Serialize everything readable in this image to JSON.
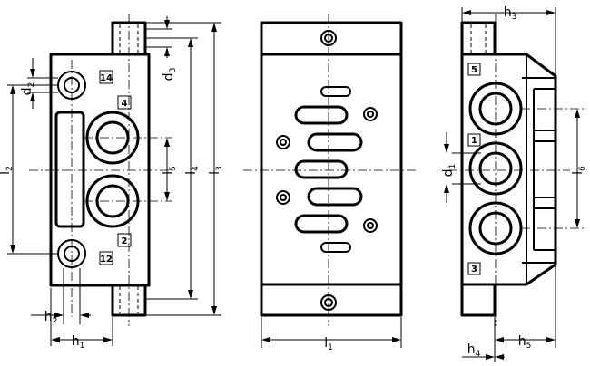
{
  "dimensions": {
    "l1": {
      "main": "l",
      "sub": "1"
    },
    "l2": {
      "main": "l",
      "sub": "2"
    },
    "l3": {
      "main": "l",
      "sub": "3"
    },
    "l4": {
      "main": "l",
      "sub": "4"
    },
    "l5": {
      "main": "l",
      "sub": "5"
    },
    "l6": {
      "main": "l",
      "sub": "6"
    },
    "h1": {
      "main": "h",
      "sub": "1"
    },
    "h2": {
      "main": "h",
      "sub": "2"
    },
    "h3": {
      "main": "h",
      "sub": "3"
    },
    "h4": {
      "main": "h",
      "sub": "4"
    },
    "h5": {
      "main": "h",
      "sub": "5"
    },
    "d1": {
      "main": "d",
      "sub": "1"
    },
    "d2": {
      "main": "d",
      "sub": "2"
    },
    "d3": {
      "main": "d",
      "sub": "3"
    }
  },
  "port_codes": {
    "left_top": "14",
    "left_4": "4",
    "left_2": "2",
    "left_bottom": "12",
    "right_5": "5",
    "right_1": "1",
    "right_3": "3"
  }
}
